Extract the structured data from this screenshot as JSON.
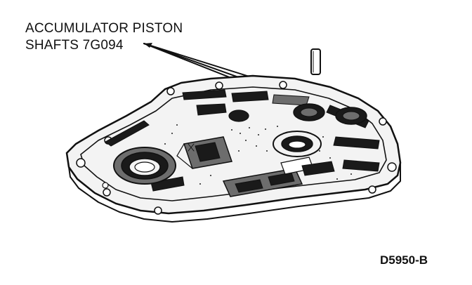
{
  "callout": {
    "line1": "ACCUMULATOR PISTON",
    "line2": "SHAFTS 7G094"
  },
  "figure_id": "D5950-B",
  "colors": {
    "ink": "#111111",
    "background": "#ffffff",
    "shade": "#6d6d6d"
  }
}
